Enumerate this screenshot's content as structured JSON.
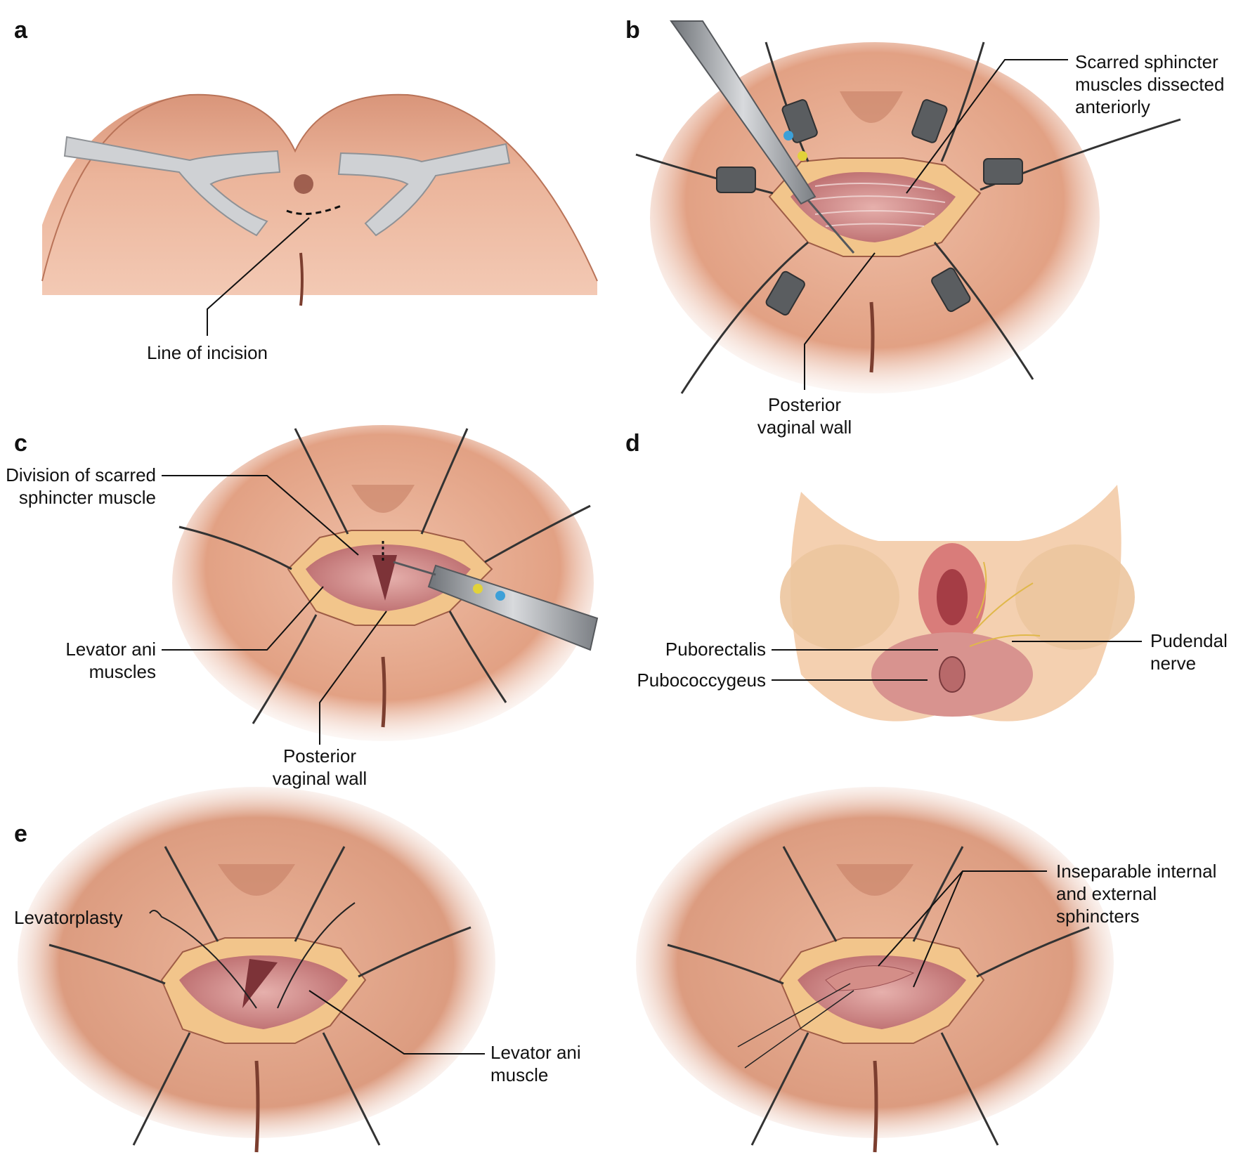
{
  "panels": {
    "a": {
      "letter": "a",
      "labels": {
        "incision": "Line of incision"
      }
    },
    "b": {
      "letter": "b",
      "labels": {
        "scarred": "Scarred sphincter\nmuscles dissected\nanteriorly",
        "vaginal_wall": "Posterior\nvaginal wall"
      }
    },
    "c": {
      "letter": "c",
      "labels": {
        "division": "Division of scarred\nsphincter muscle",
        "levator": "Levator ani\nmuscles",
        "vaginal_wall": "Posterior\nvaginal wall"
      }
    },
    "d": {
      "letter": "d",
      "labels": {
        "puborectalis": "Puborectalis",
        "pubococcygeus": "Pubococcygeus",
        "pudendal": "Pudendal\nnerve"
      }
    },
    "e": {
      "letter": "e",
      "labels": {
        "levatorplasty": "Levatorplasty",
        "levator_muscle": "Levator ani\nmuscle",
        "inseparable": "Inseparable internal\nand external\nsphincters"
      }
    }
  },
  "colors": {
    "skin": "#e7ab90",
    "skin_shadow": "#c98468",
    "muscle": "#c97a78",
    "muscle_dark": "#a9565a",
    "fat": "#f1c48a",
    "retractor": "#c7c9cc",
    "instrument": "#8d9095",
    "bone": "#ecc9a4",
    "nerve": "#e6c45a"
  }
}
